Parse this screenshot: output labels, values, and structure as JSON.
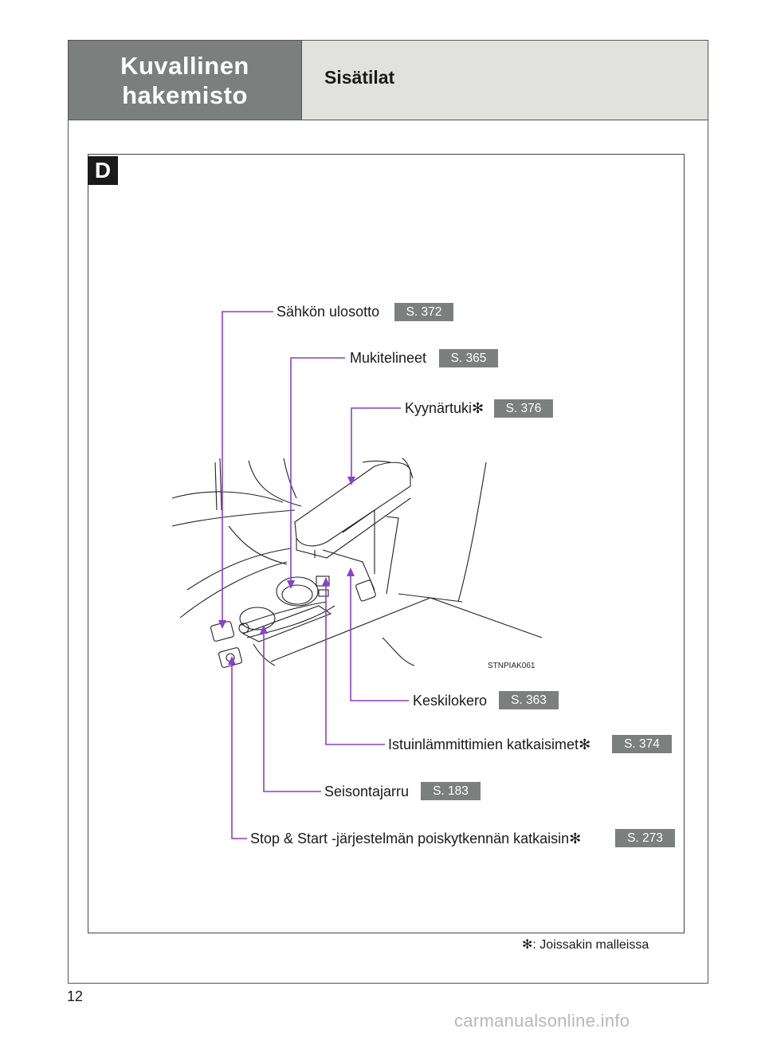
{
  "header": {
    "section_line1": "Kuvallinen",
    "section_line2": "hakemisto",
    "title": "Sisätilat"
  },
  "section_badge": "D",
  "figure_code": "STNPIAK061",
  "callouts": [
    {
      "label": "Sähkön ulosotto",
      "ref": "S. 372"
    },
    {
      "label": "Mukitelineet",
      "ref": "S. 365"
    },
    {
      "label": "Kyynärtuki✻",
      "ref": "S. 376"
    },
    {
      "label": "Keskilokero",
      "ref": "S. 363"
    },
    {
      "label": "Istuinlämmittimien katkaisimet✻",
      "ref": "S. 374"
    },
    {
      "label": "Seisontajarru",
      "ref": "S. 183"
    },
    {
      "label": "Stop & Start -järjestelmän poiskytkennän katkaisin✻",
      "ref": "S. 273"
    }
  ],
  "footnote": "✻: Joissakin malleissa",
  "page_number": "12",
  "watermark": "carmanualsonline.info",
  "colors": {
    "leader": "#8a3fd1",
    "header_dark": "#7b7f7d",
    "header_light": "#e1e2de"
  }
}
